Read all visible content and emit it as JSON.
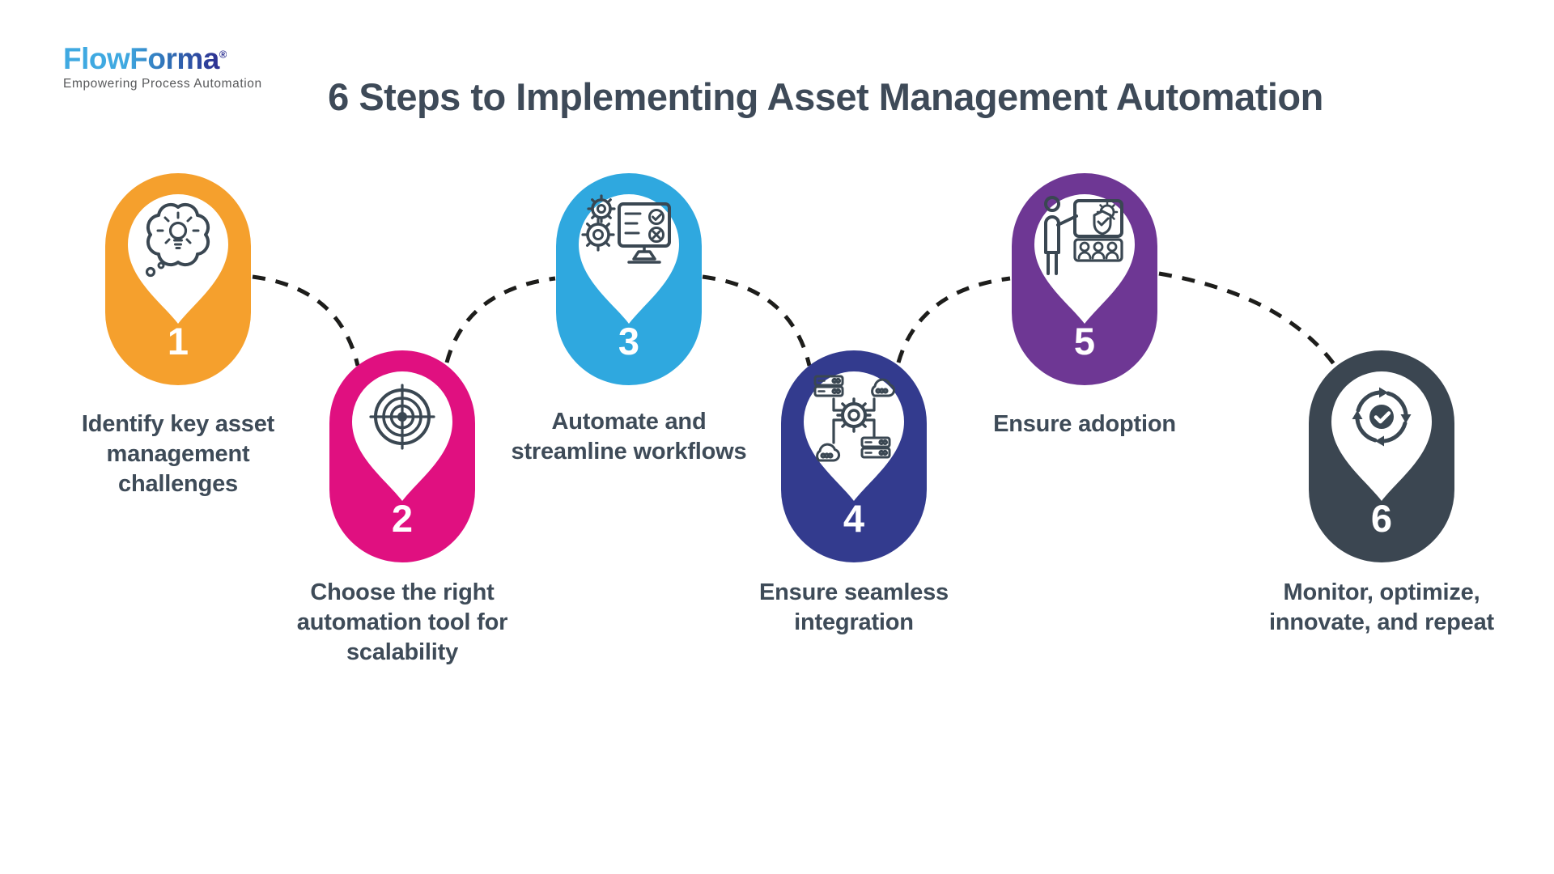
{
  "logo": {
    "name": "FlowForma",
    "registered": "®",
    "tagline": "Empowering Process Automation",
    "colors": {
      "start": "#3FA9E1",
      "mid": "#2F6EB5",
      "end": "#2E3192",
      "tagline": "#58595B"
    }
  },
  "title": "6 Steps to Implementing Asset Management Automation",
  "steps": [
    {
      "number": "1",
      "label": "Identify key asset\nmanagement\nchallenges",
      "color": "#F5A02D",
      "icon": "idea-thought-bubble-icon",
      "position": "up"
    },
    {
      "number": "2",
      "label": "Choose the right\nautomation tool for\nscalability",
      "color": "#E01080",
      "icon": "target-icon",
      "position": "down"
    },
    {
      "number": "3",
      "label": "Automate and\nstreamline workflows",
      "color": "#2FA8DF",
      "icon": "gears-monitor-icon",
      "position": "up"
    },
    {
      "number": "4",
      "label": "Ensure seamless\nintegration",
      "color": "#333B8E",
      "icon": "integration-icon",
      "position": "down"
    },
    {
      "number": "5",
      "label": "Ensure adoption",
      "color": "#6E3794",
      "icon": "training-presentation-icon",
      "position": "up"
    },
    {
      "number": "6",
      "label": "Monitor, optimize,\ninnovate, and repeat",
      "color": "#3B4651",
      "icon": "cycle-check-icon",
      "position": "down"
    }
  ],
  "colors": {
    "background": "#FFFFFF",
    "title_text": "#3E4A58",
    "label_text": "#3E4B58",
    "icon_stroke": "#3A4752",
    "connector": "#1D1D1B",
    "number_text": "#FFFFFF"
  }
}
